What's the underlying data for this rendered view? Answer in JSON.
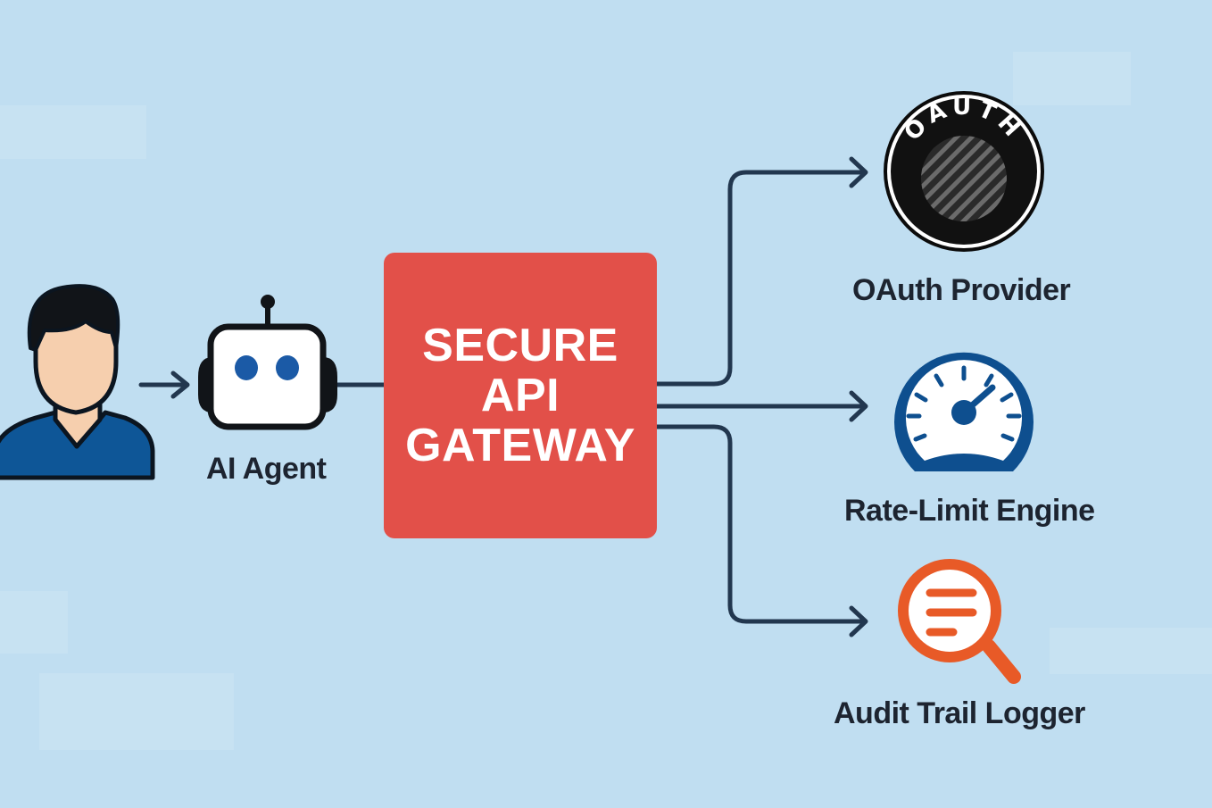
{
  "diagram": {
    "agent_label": "AI Agent",
    "gateway": {
      "line1": "SECURE",
      "line2": "API",
      "line3": "GATEWAY"
    },
    "services": [
      {
        "label": "OAuth Provider",
        "icon": "oauth-badge-icon"
      },
      {
        "label": "Rate-Limit Engine",
        "icon": "speedometer-icon"
      },
      {
        "label": "Audit Trail Logger",
        "icon": "magnifier-log-icon"
      }
    ],
    "oauth_badge_text": "OAUTH",
    "colors": {
      "background": "#c0def1",
      "gateway": "#e25049",
      "connector": "#22374f",
      "user_shirt": "#0e5697",
      "accent_blue": "#0e4f8f",
      "audit_orange": "#e85a27"
    }
  }
}
